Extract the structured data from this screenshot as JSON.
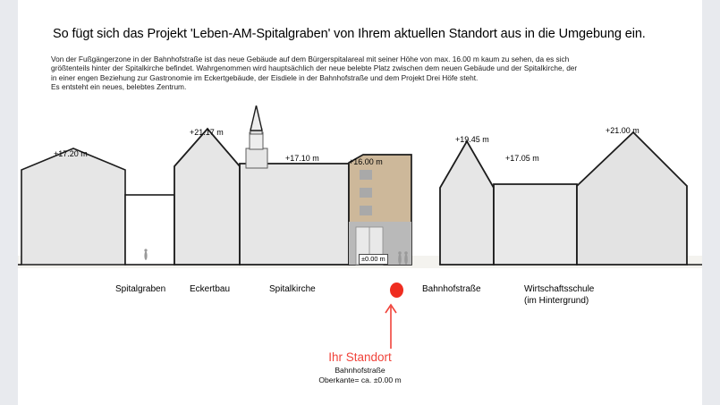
{
  "title": "So fügt sich das Projekt 'Leben-AM-Spitalgraben' von Ihrem aktuellen Standort aus in die Umgebung ein.",
  "body_lines": [
    "Von der Fußgängerzone in der Bahnhofstraße ist das neue Gebäude auf dem Bürgerspitalareal mit seiner Höhe von max. 16.00 m kaum zu sehen, da es sich",
    "größtenteils hinter der Spitalkirche befindet. Wahrgenommen wird hauptsächlich der neue belebte Platz zwischen dem neuen Gebäude und der Spitalkirche, der",
    "in einer engen Beziehung zur Gastronomie im Eckertgebäude, der Eisdiele in der Bahnhofstraße und dem Projekt Drei Höfe steht.",
    "Es entsteht ein neues, belebtes Zentrum."
  ],
  "height_labels": [
    {
      "text": "+17.20 m",
      "building": "spitalgraben"
    },
    {
      "text": "+21.17 m",
      "building": "eckertbau"
    },
    {
      "text": "+17.10 m",
      "building": "spitalkirche"
    },
    {
      "text": "+16.00 m",
      "building": "neubau"
    },
    {
      "text": "+19.45 m",
      "building": "bahnhofstrasse-giebel"
    },
    {
      "text": "+17.05 m",
      "building": "bahnhofstrasse-traufe"
    },
    {
      "text": "+21.00 m",
      "building": "wirtschaftsschule"
    }
  ],
  "ground_label": "±0.00 m",
  "captions": [
    {
      "label": "Spitalgraben"
    },
    {
      "label": "Eckertbau"
    },
    {
      "label": "Spitalkirche"
    },
    {
      "label": "Bahnhofstraße"
    },
    {
      "label": "Wirtschaftsschule"
    },
    {
      "label": "(im Hintergrund)"
    }
  ],
  "marker": {
    "standort_label": "Ihr Standort",
    "sub_line_1": "Bahnhofstraße",
    "sub_line_2": "Oberkante= ca. ±0.00 m",
    "color": "#ef2d20"
  },
  "colors": {
    "page_background": "#ffffff",
    "outer_margin": "#e8eaee",
    "building_fill": "#e6e6e6",
    "building_outline": "#1c1c1c",
    "facade_tan": "#cdb89a",
    "ground_band": "#f4f3ef",
    "accent_red": "#ef2d20"
  }
}
